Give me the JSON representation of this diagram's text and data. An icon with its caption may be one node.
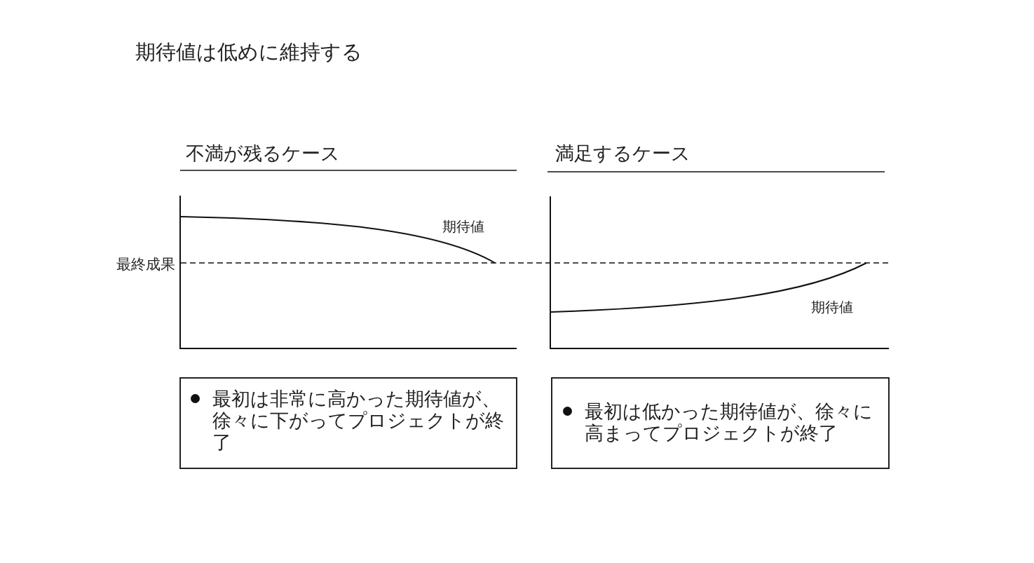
{
  "diagram": {
    "title": "期待値は低めに維持する",
    "nodes": [
      {
        "text": [
          "最初は非常に高かった期待値が、徐々に下がってプロジェクトが終了"
        ]
      },
      {
        "text": [
          "最初は低かった期待値が、徐々に高まってプロジェクトが終了"
        ]
      }
    ],
    "labels": [
      "不満が残るケース",
      "満足するケース",
      "期待値",
      "最終成果",
      "期待値"
    ]
  }
}
